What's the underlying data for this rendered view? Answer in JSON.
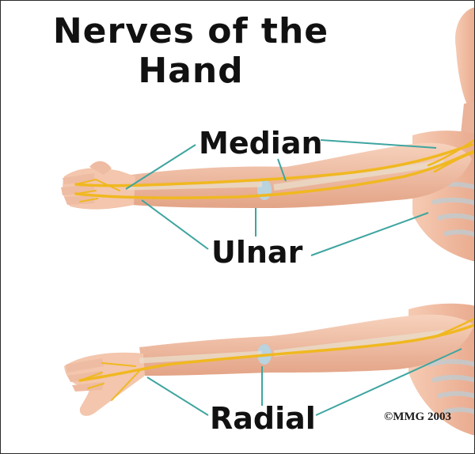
{
  "title": "Nerves of the Hand",
  "labels": {
    "median": "Median",
    "ulnar": "Ulnar",
    "radial": "Radial"
  },
  "copyright": "©MMG 2003",
  "colors": {
    "skin": "#f2c2a6",
    "skin_shadow": "#e4a48a",
    "nerve": "#f0b820",
    "leader_line": "#3fa5a0",
    "bone": "#eadcc8",
    "cartilage": "#b9d3df"
  }
}
